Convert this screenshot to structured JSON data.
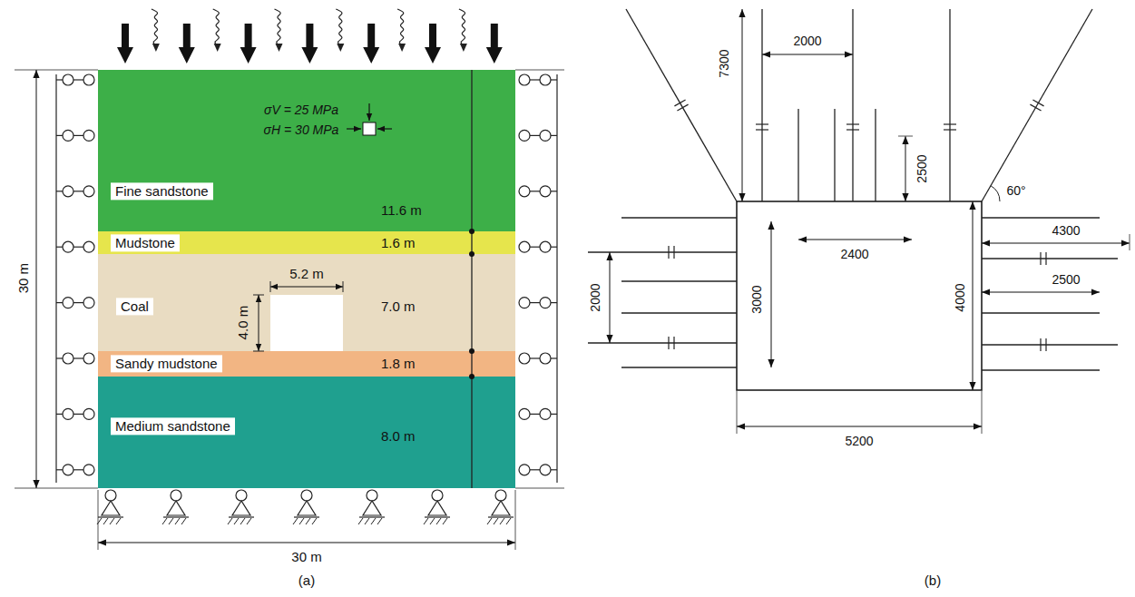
{
  "diagram": {
    "nodes": [
      {
        "text": [
          "Fine sandstone",
          "11.6 m"
        ]
      },
      {
        "text": [
          "Mudstone",
          "1.6 m"
        ]
      },
      {
        "text": [
          "Coal",
          "7.0 m"
        ]
      },
      {
        "text": [
          "Sandy mudstone",
          "1.8 m"
        ]
      },
      {
        "text": [
          "Medium sandstone",
          "8.0 m"
        ]
      }
    ],
    "labels": [
      "σV = 25 MPa",
      "σH = 30 MPa",
      "5.2 m",
      "4.0 m",
      "30 m",
      "30 m",
      "(a)",
      "(b)",
      "7300",
      "2000",
      "2500",
      "60°",
      "2400",
      "4300",
      "2500",
      "2000",
      "3000",
      "4000",
      "5200"
    ]
  }
}
